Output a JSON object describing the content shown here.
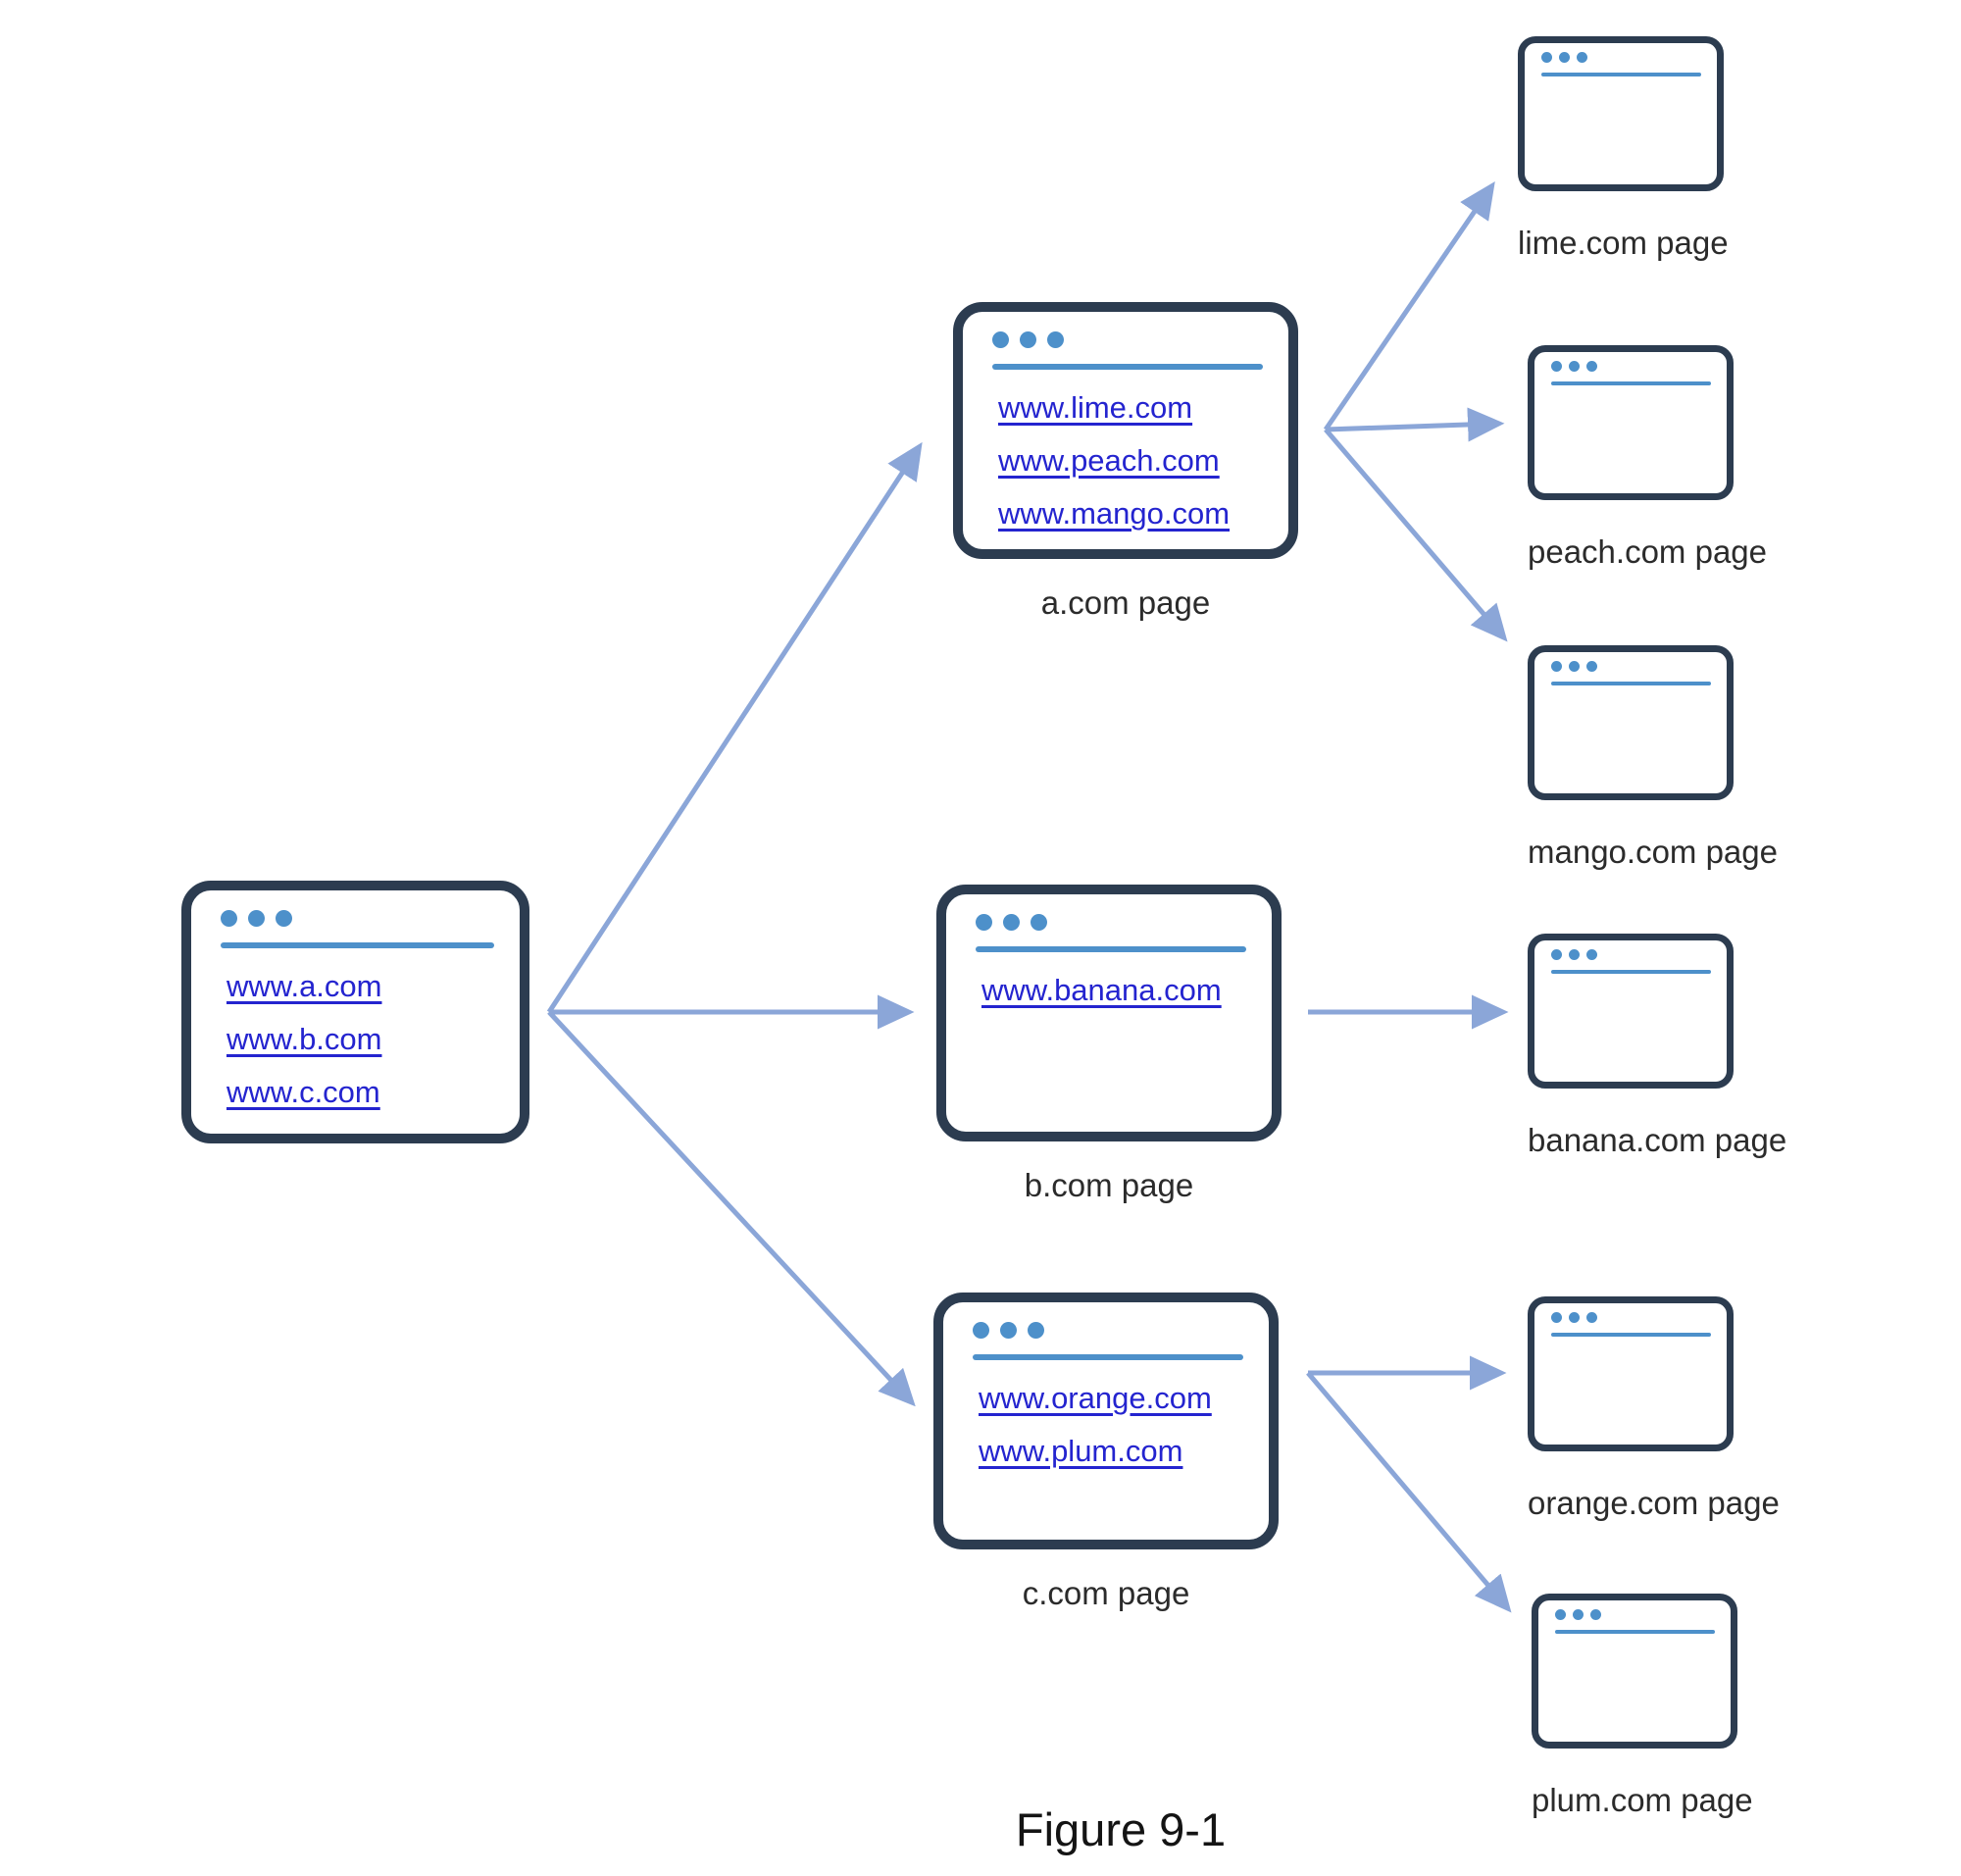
{
  "figure_caption": "Figure 9-1",
  "colors": {
    "window_border": "#2c3c50",
    "chrome_accent": "#4d90ca",
    "link_blue": "#2424cf",
    "arrow_blue": "#8ba6d8",
    "label_text": "#2b2b2b"
  },
  "windows": {
    "start": {
      "label": "",
      "links": [
        "www.a.com",
        "www.b.com",
        "www.c.com"
      ]
    },
    "a": {
      "label": "a.com page",
      "links": [
        "www.lime.com",
        "www.peach.com",
        "www.mango.com"
      ]
    },
    "b": {
      "label": "b.com page",
      "links": [
        "www.banana.com"
      ]
    },
    "c": {
      "label": "c.com page",
      "links": [
        "www.orange.com",
        "www.plum.com"
      ]
    },
    "lime": {
      "label": "lime.com page",
      "links": []
    },
    "peach": {
      "label": "peach.com page",
      "links": []
    },
    "mango": {
      "label": "mango.com page",
      "links": []
    },
    "banana": {
      "label": "banana.com page",
      "links": []
    },
    "orange": {
      "label": "orange.com page",
      "links": []
    },
    "plum": {
      "label": "plum.com page",
      "links": []
    }
  },
  "edges": [
    {
      "from": "start",
      "to": "a"
    },
    {
      "from": "start",
      "to": "b"
    },
    {
      "from": "start",
      "to": "c"
    },
    {
      "from": "a",
      "to": "lime"
    },
    {
      "from": "a",
      "to": "peach"
    },
    {
      "from": "a",
      "to": "mango"
    },
    {
      "from": "b",
      "to": "banana"
    },
    {
      "from": "c",
      "to": "orange"
    },
    {
      "from": "c",
      "to": "plum"
    }
  ]
}
